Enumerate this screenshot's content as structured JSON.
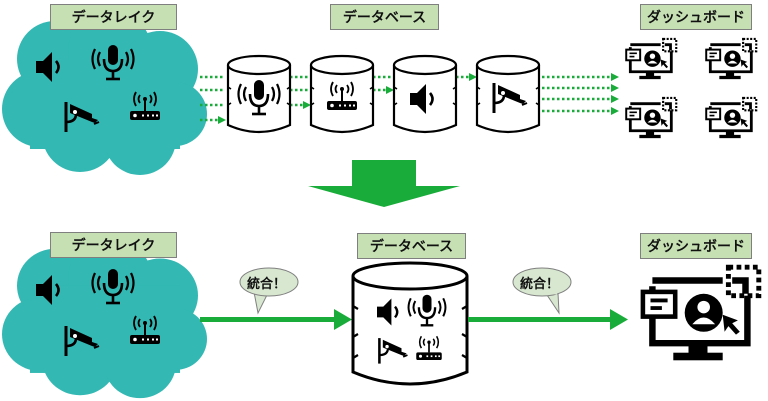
{
  "top": {
    "data_lake_label": "データレイク",
    "database_label": "データベース",
    "dashboard_label": "ダッシュボード",
    "databases": [
      {
        "icon": "microphone-icon"
      },
      {
        "icon": "router-icon"
      },
      {
        "icon": "speaker-icon"
      },
      {
        "icon": "security-camera-icon"
      }
    ],
    "data_lake_icons": [
      "speaker-icon",
      "microphone-icon",
      "security-camera-icon",
      "router-icon"
    ],
    "dashboard_count": 4
  },
  "bottom": {
    "data_lake_label": "データレイク",
    "database_label": "データベース",
    "dashboard_label": "ダッシュボード",
    "bubble_1": "統合！",
    "bubble_2": "統合！"
  },
  "colors": {
    "cloud": "#33b8b3",
    "label_bg": "#c6e0b4",
    "arrow": "#1aac3a"
  }
}
